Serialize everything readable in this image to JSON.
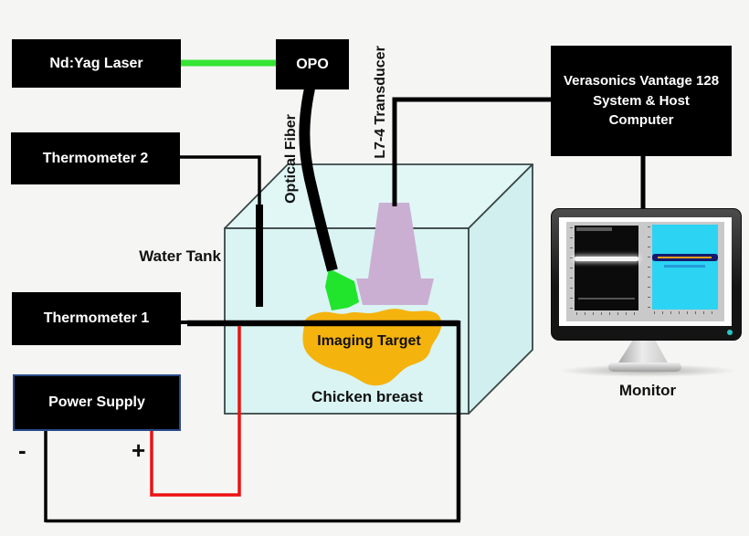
{
  "diagram": {
    "boxes": {
      "laser": "Nd:Yag Laser",
      "opo": "OPO",
      "verasonics": "Verasonics Vantage 128 System & Host Computer",
      "thermometer2": "Thermometer 2",
      "thermometer1": "Thermometer 1",
      "power_supply": "Power Supply"
    },
    "labels": {
      "optical_fiber": "Optical Fiber",
      "transducer": "L7-4 Transducer",
      "water_tank": "Water Tank",
      "imaging_target": "Imaging Target",
      "chicken_breast": "Chicken breast",
      "monitor": "Monitor",
      "minus": "-",
      "plus": "+"
    },
    "colors": {
      "laser_beam": "#35e435",
      "light_cone": "#21e42d",
      "transducer_body": "#cbafd2",
      "imaging_target": "#f5b30e",
      "tank_front": "#d9f4f3",
      "tank_top": "#e0f7f6",
      "tank_side": "#d0efee",
      "positive_wire": "#ee1111",
      "negative_wire": "#000000",
      "bmode_screen": "#0b0b0b",
      "pa_screen": "#2cd3f3"
    }
  }
}
